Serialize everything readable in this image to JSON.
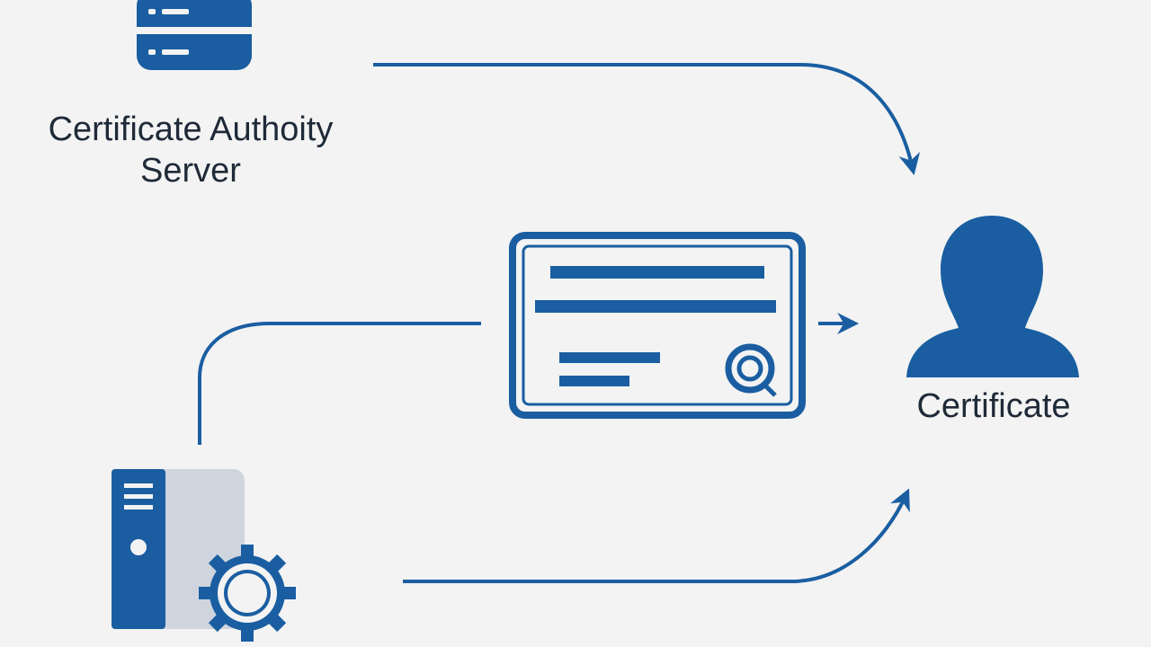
{
  "labels": {
    "ca_server_line1": "Certificate Authoity",
    "ca_server_line2": "Server",
    "certificate": "Certificate"
  },
  "colors": {
    "background": "#f3f3f3",
    "accent": "#1a5ea1",
    "text": "#1f2a38",
    "panel_gray": "#cfd5de"
  },
  "icons": [
    "database-icon",
    "certificate-document-icon",
    "seal-icon",
    "user-icon",
    "server-tower-icon",
    "gear-icon"
  ]
}
